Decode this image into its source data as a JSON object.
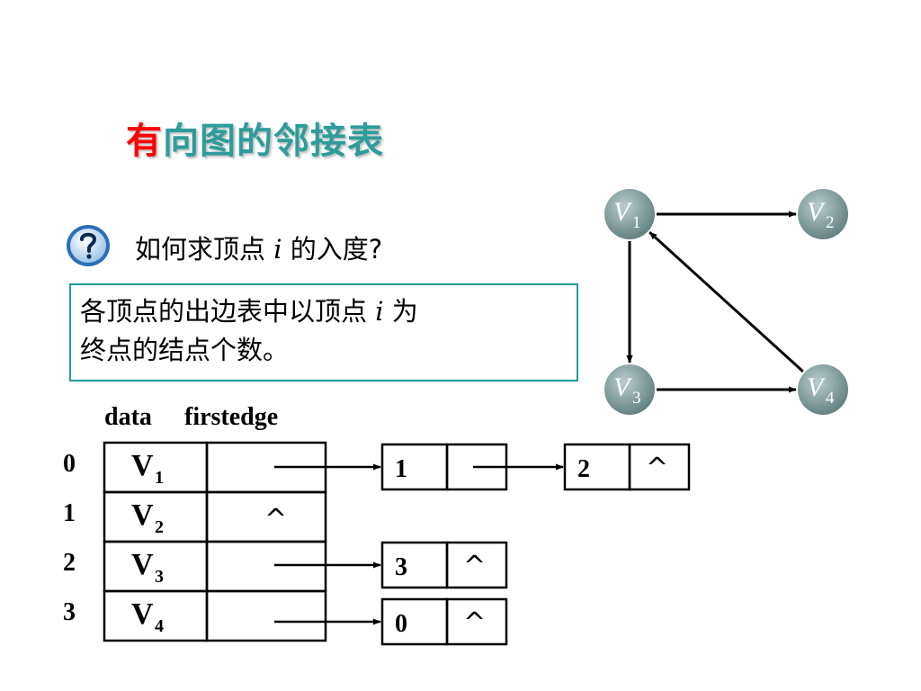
{
  "title": {
    "first_char": "有",
    "rest": "向图的邻接表"
  },
  "question": {
    "before": "如何求顶点 ",
    "var": "i",
    "after": " 的入度?"
  },
  "answer": {
    "line1_before": "各顶点的出边表中以顶点 ",
    "var": "i",
    "line1_after": " 为",
    "line2": "终点的结点个数。"
  },
  "graph": {
    "nodes": [
      {
        "id": "V1",
        "letter": "V",
        "sub": "1"
      },
      {
        "id": "V2",
        "letter": "V",
        "sub": "2"
      },
      {
        "id": "V3",
        "letter": "V",
        "sub": "3"
      },
      {
        "id": "V4",
        "letter": "V",
        "sub": "4"
      }
    ],
    "edges": [
      {
        "from": "V1",
        "to": "V2"
      },
      {
        "from": "V1",
        "to": "V3"
      },
      {
        "from": "V3",
        "to": "V4"
      },
      {
        "from": "V4",
        "to": "V1"
      }
    ]
  },
  "table": {
    "headers": [
      "data",
      "firstedge"
    ],
    "rows": [
      {
        "index": "0",
        "letter": "V",
        "sub": "1",
        "null": ""
      },
      {
        "index": "1",
        "letter": "V",
        "sub": "2",
        "null": "^"
      },
      {
        "index": "2",
        "letter": "V",
        "sub": "3",
        "null": ""
      },
      {
        "index": "3",
        "letter": "V",
        "sub": "4",
        "null": ""
      }
    ]
  },
  "edge_nodes": [
    {
      "row": 0,
      "adjvex": "1",
      "next": ""
    },
    {
      "row": 0,
      "adjvex": "2",
      "next": "^"
    },
    {
      "row": 2,
      "adjvex": "3",
      "next": "^"
    },
    {
      "row": 3,
      "adjvex": "0",
      "next": "^"
    }
  ],
  "colors": {
    "accent_red": "#ff0000",
    "accent_teal": "#2e9c9b",
    "box_border": "#1f9a9a",
    "node_fill": "#7d9898"
  },
  "icons": {
    "question": "question-mark-icon"
  }
}
